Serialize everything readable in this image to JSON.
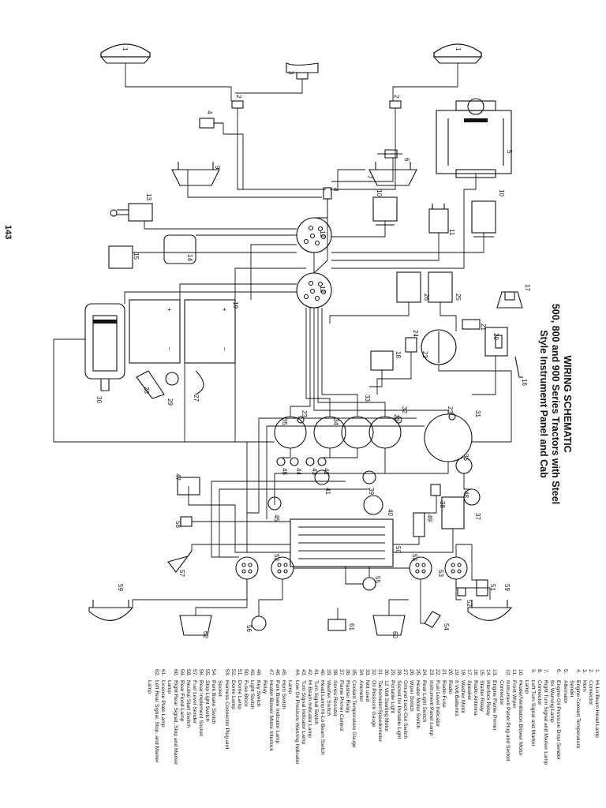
{
  "page": {
    "title_line1": "WIRING SCHEMATIC",
    "title_line2": "500, 800 and 900 Series Tractors with Steel",
    "title_line3": "Style Instrument Panel and Cab",
    "page_number": "143"
  },
  "legend": [
    {
      "num": "1.",
      "text": "Hi-Lo Beam Head Lamp"
    },
    {
      "num": "2.",
      "text": "Connector"
    },
    {
      "num": "3.",
      "text": "Horn"
    },
    {
      "num": "4.",
      "text": "Engine Coolant Temperature"
    },
    {
      "num": "",
      "text": "Sender"
    },
    {
      "num": "5.",
      "text": "Alternator"
    },
    {
      "num": "6.",
      "text": "Engine Oil Pressure Drop Sender"
    },
    {
      "num": "",
      "text": "for Warning Lamp"
    },
    {
      "num": "7.",
      "text": "Right Turn Signal and Marker Lamp"
    },
    {
      "num": "8.",
      "text": "Connector"
    },
    {
      "num": "9.",
      "text": "Left Turn Signal and Marker"
    },
    {
      "num": "",
      "text": "Lamp"
    },
    {
      "num": "10.",
      "text": "Heater/Ventilation Blower Motor"
    },
    {
      "num": "11.",
      "text": "Front Wiper"
    },
    {
      "num": "12.",
      "text": "Instrument Panel Plug and Socket"
    },
    {
      "num": "",
      "text": "Connector"
    },
    {
      "num": "13.",
      "text": "Engine Flame Primer"
    },
    {
      "num": "14.",
      "text": "Interlock Relay"
    },
    {
      "num": "15.",
      "text": "Starter Relay"
    },
    {
      "num": "16.",
      "text": "Radio Antenna"
    },
    {
      "num": "17.",
      "text": "Speaker"
    },
    {
      "num": "18.",
      "text": "Washer Motor"
    },
    {
      "num": "19.",
      "text": "6 Volt Batteries"
    },
    {
      "num": "20.",
      "text": "Radio"
    },
    {
      "num": "21.",
      "text": "Radio Fuse"
    },
    {
      "num": "22.",
      "text": "Fuel Level Indicator"
    },
    {
      "num": "23.",
      "text": "Instrument Panel Lamp"
    },
    {
      "num": "24.",
      "text": "Rear Light Switch"
    },
    {
      "num": "25.",
      "text": "Heater Motor Switch"
    },
    {
      "num": "26.",
      "text": "Wiper Switch"
    },
    {
      "num": "27.",
      "text": "Ground Lock-Out Switch"
    },
    {
      "num": "28.",
      "text": "Socket for Portable Light"
    },
    {
      "num": "29.",
      "text": "Portable Light"
    },
    {
      "num": "30.",
      "text": "12 Volt Starting Motor"
    },
    {
      "num": "31.",
      "text": "Tachometer/Speedometer"
    },
    {
      "num": "32.",
      "text": "Oil Pressure Gauge"
    },
    {
      "num": "33.",
      "text": "Not used"
    },
    {
      "num": "34.",
      "text": "Ammeter"
    },
    {
      "num": "35.",
      "text": "Coolant Temperature Gauge"
    },
    {
      "num": "36.",
      "text": "Flasher Relay"
    },
    {
      "num": "37.",
      "text": "Flame Primer Control"
    },
    {
      "num": "38.",
      "text": "Series Resistor"
    },
    {
      "num": "39.",
      "text": "Washer Switch"
    },
    {
      "num": "40.",
      "text": "Head Lamp Hi-Lo Beam Switch"
    },
    {
      "num": "41.",
      "text": "Turn Signal Switch"
    },
    {
      "num": "42.",
      "text": "Hi Beam Indicator Lamp"
    },
    {
      "num": "43.",
      "text": "Turn Signal Indicator Lamp"
    },
    {
      "num": "44.",
      "text": "Low Oil Pressure Warning Indicator"
    },
    {
      "num": "",
      "text": "Lamp"
    },
    {
      "num": "45.",
      "text": "Horn Switch"
    },
    {
      "num": "46.",
      "text": "Park Brake Indicator Lamp"
    },
    {
      "num": "47.",
      "text": "Heater Blower Motor Interlock"
    },
    {
      "num": "",
      "text": "Relay"
    },
    {
      "num": "48.",
      "text": "Key Switch"
    },
    {
      "num": "49.",
      "text": "Light Switch"
    },
    {
      "num": "50.",
      "text": "Fuse Block"
    },
    {
      "num": "51.",
      "text": "Dome Lamp"
    },
    {
      "num": "52.",
      "text": "Dome Lamp"
    },
    {
      "num": "53.",
      "text": "Harness Connector Plug and"
    },
    {
      "num": "",
      "text": "Socket"
    },
    {
      "num": "54.",
      "text": "Park Brake Switch"
    },
    {
      "num": "55.",
      "text": "Stop Light Switch"
    },
    {
      "num": "56.",
      "text": "Rear Implement Socket"
    },
    {
      "num": "57.",
      "text": "Fuel Level Sender"
    },
    {
      "num": "58.",
      "text": "Neutral Start Switch"
    },
    {
      "num": "59.",
      "text": "Rear Flood Lamp"
    },
    {
      "num": "60.",
      "text": "Right Rear Signal, Stop and Marker"
    },
    {
      "num": "",
      "text": "Lamp"
    },
    {
      "num": "61.",
      "text": "License Plate Lamp"
    },
    {
      "num": "62.",
      "text": "Left Rear Signal, Stop, and Marker"
    },
    {
      "num": "",
      "text": "Lamp"
    }
  ],
  "callouts": [
    "1",
    "1",
    "2",
    "2",
    "3",
    "4",
    "5",
    "6",
    "7",
    "8",
    "9",
    "10",
    "10",
    "11",
    "12",
    "12",
    "13",
    "14",
    "15",
    "16",
    "17",
    "18",
    "19",
    "20",
    "21",
    "22",
    "23",
    "23",
    "23",
    "24",
    "25",
    "26",
    "27",
    "28",
    "29",
    "30",
    "31",
    "32",
    "33",
    "34",
    "35",
    "36",
    "37",
    "38",
    "39",
    "40",
    "41",
    "42",
    "43",
    "44",
    "45",
    "46",
    "47",
    "48",
    "49",
    "50",
    "51",
    "52",
    "53",
    "53",
    "53",
    "54",
    "55",
    "56",
    "57",
    "58",
    "59",
    "59",
    "60",
    "61",
    "62"
  ],
  "polarity": [
    "+",
    "−",
    "+",
    "−"
  ],
  "colors": {
    "ink": "#111111",
    "paper": "#ffffff"
  }
}
